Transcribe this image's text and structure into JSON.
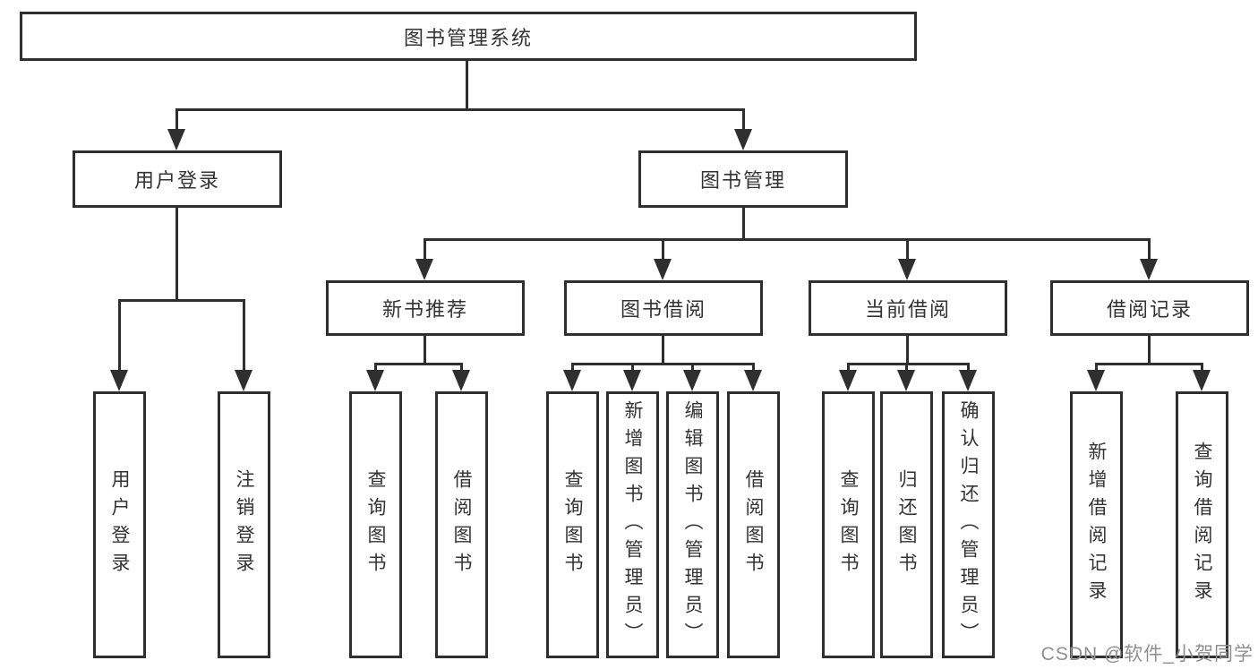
{
  "diagram": {
    "root": "图书管理系统",
    "branches": [
      {
        "label": "用户登录",
        "children": [
          "用户登录",
          "注销登录"
        ]
      },
      {
        "label": "图书管理",
        "groups": [
          {
            "label": "新书推荐",
            "children": [
              "查询图书",
              "借阅图书"
            ]
          },
          {
            "label": "图书借阅",
            "children": [
              "查询图书",
              "新增图书（管理员）",
              "编辑图书（管理员）",
              "借阅图书"
            ]
          },
          {
            "label": "当前借阅",
            "children": [
              "查询图书",
              "归还图书",
              "确认归还（管理员）"
            ]
          },
          {
            "label": "借阅记录",
            "children": [
              "新增借阅记录",
              "查询借阅记录"
            ]
          }
        ]
      }
    ]
  },
  "watermark": {
    "text": "CSDN @软件_小贺同学",
    "color": "#8f8f8f"
  },
  "colors": {
    "line": "#2f2f2f",
    "box_border": "#2f2f2f",
    "box_bg": "#ffffff",
    "text": "#333333",
    "background": "#ffffff"
  }
}
